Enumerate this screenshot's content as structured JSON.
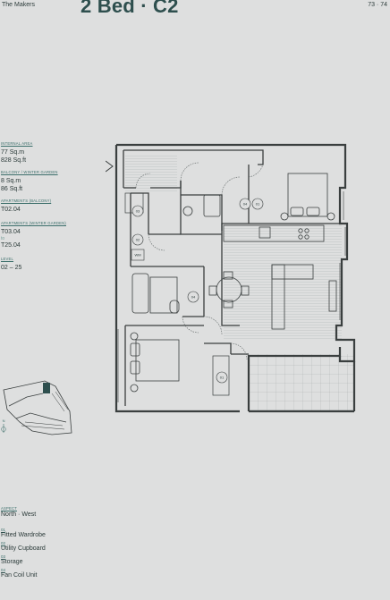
{
  "header": {
    "brand": "The Makers",
    "title": "2 Bed · C2",
    "pages": "73 · 74"
  },
  "specs": {
    "internal_area": {
      "label": "INTERNAL AREA",
      "sqm": "77 Sq.m",
      "sqft": "828 Sq.ft"
    },
    "balcony": {
      "label": "BALCONY / WINTER GARDEN",
      "sqm": "8 Sq.m",
      "sqft": "86 Sq.ft"
    },
    "apartments_balcony": {
      "label": "APARTMENTS (BALCONY)",
      "value": "T02.04"
    },
    "apartments_winter": {
      "label": "APARTMENTS (WINTER GARDEN)",
      "from": "T03.04",
      "to_word": "to",
      "to": "T25.04"
    },
    "level": {
      "label": "LEVEL",
      "value": "02 – 25"
    }
  },
  "aspect": {
    "label": "ASPECT",
    "value": "North · West"
  },
  "legend": [
    {
      "num": "01",
      "label": "Fitted Wardrobe"
    },
    {
      "num": "02",
      "label": "Utility Cupboard"
    },
    {
      "num": "03",
      "label": "Storage"
    },
    {
      "num": "04",
      "label": "Fan Coil Unit"
    }
  ],
  "plan_tags": [
    "03",
    "02",
    "WM",
    "04",
    "01",
    "04",
    "01"
  ],
  "keyplan": {
    "north_letter": "N"
  },
  "colors": {
    "accent": "#3c6f6b",
    "title": "#2e4f4e",
    "wall": "#3a3f3f",
    "background": "#dedfdf"
  }
}
